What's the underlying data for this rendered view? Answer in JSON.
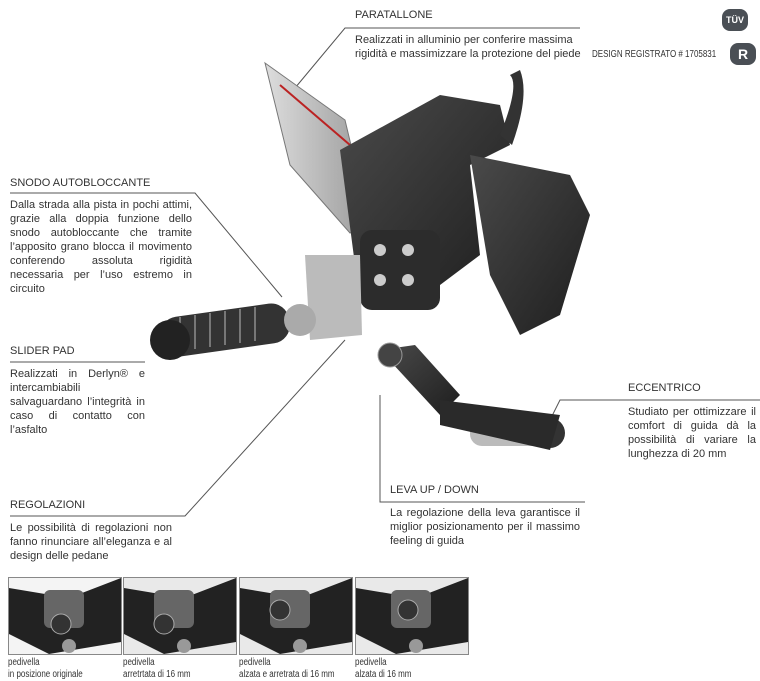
{
  "callouts": {
    "paratallone": {
      "title": "PARATALLONE",
      "text": "Realizzati in alluminio per conferire massima rigidità e massimizzare la protezione del piede"
    },
    "snodo": {
      "title": "SNODO AUTOBLOCCANTE",
      "text": "Dalla strada alla pista in pochi attimi, grazie alla doppia funzione dello snodo autobloccante che tramite l’apposito grano blocca il movimento conferendo assoluta rigidità necessaria per l’uso estremo in circuito"
    },
    "slider": {
      "title": "SLIDER PAD",
      "text": "Realizzati in Derlyn® e intercambiabili salvaguardano l’integrità in caso di contatto con l’asfalto"
    },
    "regolazioni": {
      "title": "REGOLAZIONI",
      "text": "Le possibilità di regolazioni non fanno rinunciare all’eleganza e al design delle pedane"
    },
    "eccentrico": {
      "title": "ECCENTRICO",
      "text": "Studiato per ottimizzare il comfort di guida dà la possibilità di variare la lunghezza di 20 mm"
    },
    "leva": {
      "title": "LEVA UP / DOWN",
      "text": "La regolazione della leva garantisce il miglior posizionamento per il massimo feeling di guida"
    }
  },
  "design": {
    "label": "DESIGN REGISTRATO # 1705831",
    "tuv_logo": "TÜV",
    "r_logo": "R"
  },
  "positions": [
    {
      "line1": "pedivella",
      "line2": "in posizione originale"
    },
    {
      "line1": "pedivella",
      "line2": "arretrtata di 16 mm"
    },
    {
      "line1": "pedivella",
      "line2": "alzata e arretrata di 16 mm"
    },
    {
      "line1": "pedivella",
      "line2": "alzata di 16 mm"
    }
  ]
}
